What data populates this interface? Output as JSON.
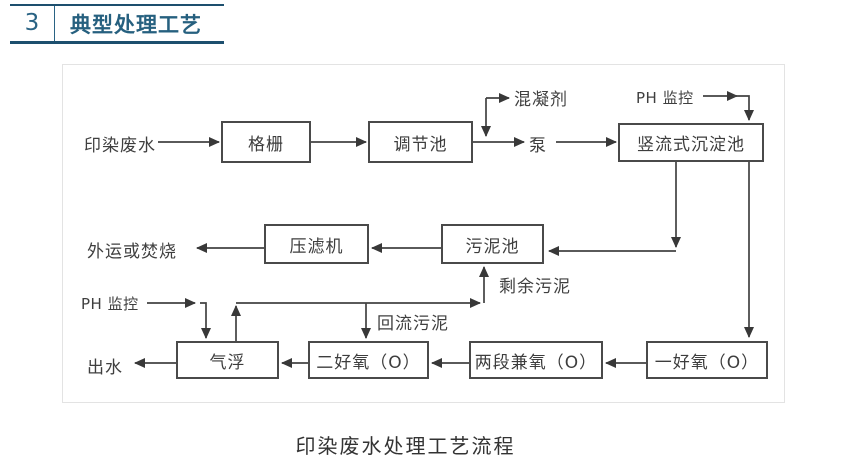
{
  "header": {
    "number": "3",
    "title": "典型处理工艺"
  },
  "figure": {
    "boxes": {
      "grid": {
        "label": "格栅"
      },
      "regulating_tank": {
        "label": "调节池"
      },
      "vertical_sedimentation_tank": {
        "label": "竖流式沉淀池"
      },
      "filter_press": {
        "label": "压滤机"
      },
      "sludge_tank": {
        "label": "污泥池"
      },
      "air_flotation": {
        "label": "气浮"
      },
      "secondary_aerobic": {
        "label": "二好氧（O）"
      },
      "two_stage_facultative": {
        "label": "两段兼氧（O）"
      },
      "primary_aerobic": {
        "label": "一好氧（O）"
      }
    },
    "labels": {
      "influent": "印染废水",
      "coagulant": "混凝剂",
      "pump": "泵",
      "ph_monitor_top": "PH 监控",
      "ph_monitor_left": "PH 监控",
      "transport_or_incinerate": "外运或焚烧",
      "excess_sludge": "剩余污泥",
      "return_sludge": "回流污泥",
      "effluent": "出水"
    }
  },
  "caption": "印染废水处理工艺流程",
  "colors": {
    "header_text": "#2a6384",
    "header_rule": "#1d4f6e",
    "diagram_line": "#424242",
    "arrowhead": "#383838",
    "box_border": "#4a4a4a",
    "figure_border": "#e3e3e3"
  }
}
